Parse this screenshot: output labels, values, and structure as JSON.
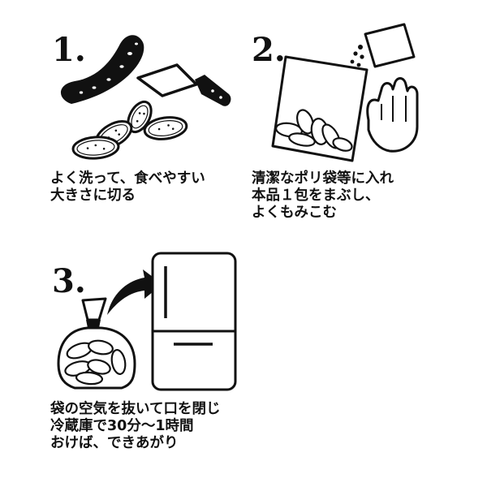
{
  "steps": [
    {
      "number": "1.",
      "caption": [
        "よく洗って、食べやすい",
        "大きさに切る"
      ],
      "icons": [
        "cucumber-icon",
        "knife-icon",
        "cucumber-slices-icon"
      ]
    },
    {
      "number": "2.",
      "caption": [
        "清潔なポリ袋等に入れ",
        "本品１包をまぶし、",
        "よくもみこむ"
      ],
      "icons": [
        "seasoning-packet-icon",
        "plastic-bag-icon",
        "hand-icon"
      ]
    },
    {
      "number": "3.",
      "caption": [
        "袋の空気を抜いて口を閉じ",
        "冷蔵庫で30分～1時間",
        "おけば、できあがり"
      ],
      "icons": [
        "tied-bag-icon",
        "arrow-icon",
        "refrigerator-icon"
      ]
    }
  ],
  "colors": {
    "ink": "#111111",
    "paper": "#ffffff"
  }
}
